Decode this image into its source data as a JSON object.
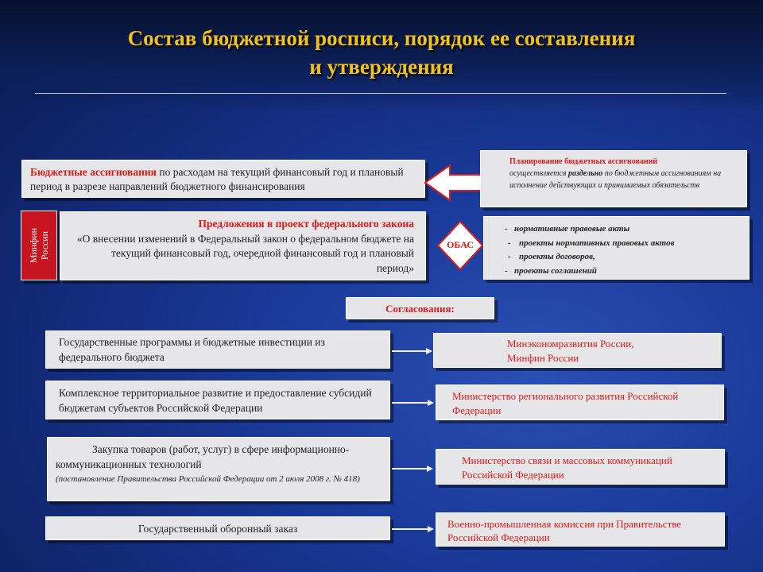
{
  "title": {
    "line1": "Состав бюджетной росписи, порядок ее составления",
    "line2": "и утверждения"
  },
  "assignments_box": {
    "red_part": "Бюджетные ассигнования",
    "text_part": " по расходам на текущий финансовый год и плановый период в разрезе направлений бюджетного финансирования"
  },
  "planning_box": {
    "red_title": "Планирование бюджетных ассигнований",
    "text_1": "осуществляется ",
    "bold_word": "раздельно",
    "text_2": " по бюджетным ассигнованиям на исполнение действующих и принимаемых обязательств"
  },
  "minfin_label": "Минфин России",
  "proposals_box": {
    "red_title": "Предложения в проект федерального закона",
    "text": "«О внесении изменений в Федеральный закон о федеральном бюджете на текущий финансовый год, очередной финансовый год и плановый период»"
  },
  "obas_label": "ОБАС",
  "acts_list": [
    {
      "marker": "-",
      "text": "нормативные правовые акты"
    },
    {
      "marker": "-",
      "text": "проекты нормативных правовых актов"
    },
    {
      "marker": "-",
      "text": "проекты договоров,"
    },
    {
      "marker": "-",
      "text": "проекты соглашений"
    }
  ],
  "approvals_label": "Согласования:",
  "approvals": [
    {
      "left": "Государственные программы и бюджетные инвестиции из федерального бюджета",
      "right_1": "Минэкономразвития России,",
      "right_2": "Минфин России"
    },
    {
      "left": "Комплексное территориальное развитие и предоставление субсидий бюджетам субъектов Российской Федерации",
      "right_1": "Министерство регионального развития Российской Федерации"
    },
    {
      "left_main": "Закупка товаров (работ, услуг) в сфере информационно-коммуникационных технологий",
      "left_note": "(постановление Правительства Российской Федерации от 2 июля 2008 г. № 418)",
      "right_1": "Министерство связи и массовых коммуникаций Российской Федерации"
    },
    {
      "left": "Государственный оборонный заказ",
      "right_1": "Военно-промышленная комиссия при Правительстве Российской Федерации"
    }
  ],
  "colors": {
    "title": "#f2c21a",
    "accent_red": "#e01a1a",
    "minfin_bg": "#c8141e",
    "box_bg": "#e6e6e8"
  }
}
